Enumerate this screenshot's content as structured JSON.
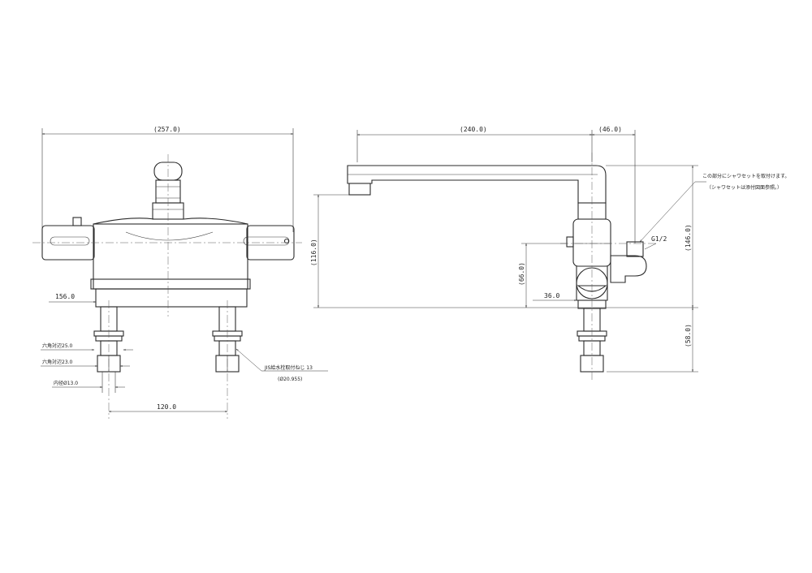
{
  "front_view": {
    "dims": {
      "overall_width": "(257.0)",
      "body_height": "156.0",
      "pitch": "120.0",
      "hex_outer": "六角対辺25.0",
      "hex_inner": "六角対辺23.0",
      "inner_dia": "内径Ø13.0"
    },
    "thread_note": {
      "line1": "JIS給水栓取付ねじ 13",
      "line2": "(Ø20.955)"
    }
  },
  "side_view": {
    "dims": {
      "spout_reach": "(240.0)",
      "offset": "(46.0)",
      "spout_height": "(116.0)",
      "total_height": "(146.0)",
      "mid_height": "(66.0)",
      "depth": "36.0",
      "shank_length": "(58.0)",
      "thread": "G1/2"
    },
    "shower_note": {
      "line1": "この部分にシャワセットを取付けます。",
      "line2": "（シャワセットは添付図面参照。）"
    }
  }
}
